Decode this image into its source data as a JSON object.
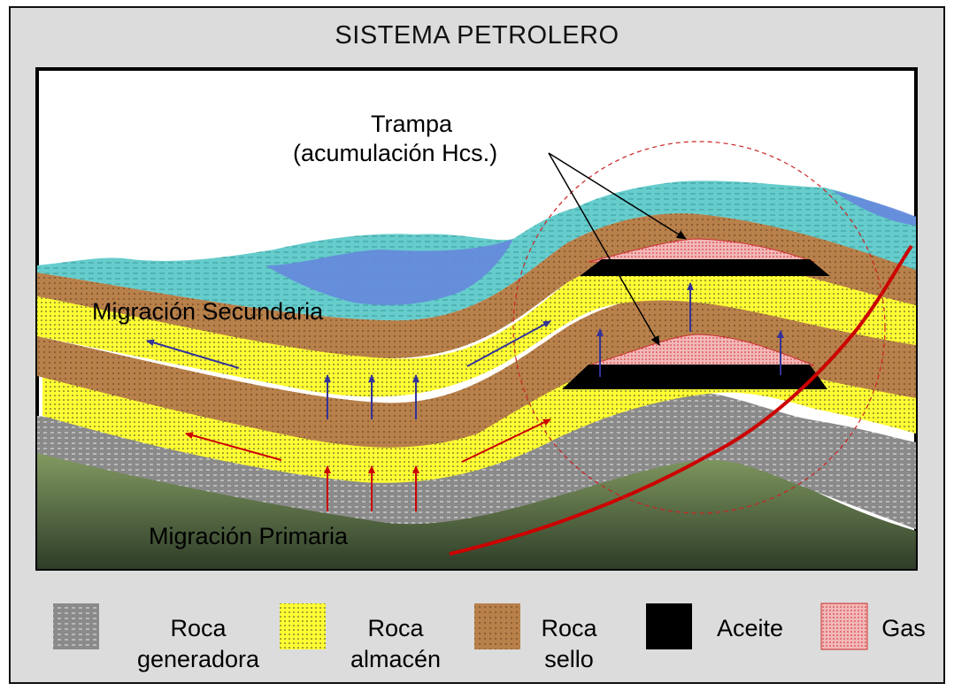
{
  "title": "SISTEMA PETROLERO",
  "labels": {
    "trap_line1": "Trampa",
    "trap_line2": "(acumulación Hcs.)",
    "secondary": "Migración Secundaria",
    "primary": "Migración Primaria"
  },
  "legend": [
    {
      "line1": "Roca",
      "line2": "generadora",
      "color": "#8a8a8a"
    },
    {
      "line1": "Roca",
      "line2": "almacén",
      "color": "#ffff33"
    },
    {
      "line1": "Roca",
      "line2": "sello",
      "color": "#b8804a"
    },
    {
      "line1": "Aceite",
      "line2": "",
      "color": "#000000"
    },
    {
      "line1": "Gas",
      "line2": "",
      "color": "#f2b8b8"
    }
  ],
  "colors": {
    "basement": "#8fa86a",
    "source_rock": "#8a8a8a",
    "reservoir": "#ffff33",
    "seal": "#b8804a",
    "cap_water": "#66cccc",
    "lake": "#6688dd",
    "oil": "#000000",
    "gas": "#f2b8b8",
    "fault": "#cc0000",
    "primary_arrow": "#cc0000",
    "secondary_arrow": "#333399"
  }
}
